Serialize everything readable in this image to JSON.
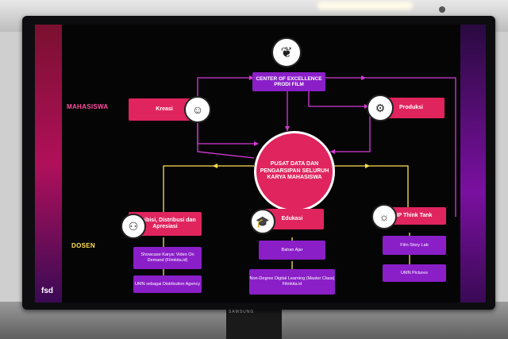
{
  "diagram": {
    "top": {
      "title": "CENTER OF EXCELLENCE PRODI FILM",
      "icon": "laurel-wreath-icon"
    },
    "center": {
      "label": "PUSAT DATA DAN PENGARSIPAN SELURUH KARYA MAHASISWA"
    },
    "side_labels": {
      "mahasiswa": "MAHASISWA",
      "dosen": "DOSEN"
    },
    "nodes": {
      "kreasi": {
        "label": "Kreasi",
        "icon": "head-lightbulb-icon"
      },
      "produksi": {
        "label": "Produksi",
        "icon": "film-reel-icon"
      },
      "exhibisi": {
        "label": "Exhibisi, Distribusi dan Apresiasi",
        "icon": "network-icon"
      },
      "edukasi": {
        "label": "Edukasi",
        "icon": "graduation-cap-icon"
      },
      "ip_think_tank": {
        "label": "IP Think Tank",
        "icon": "lightbulb-icon"
      }
    },
    "sub_items": {
      "exhibisi": [
        "Showcase Karya: Video On Demand (Filmkita.id)",
        "UMN sebagai Distribution Agency"
      ],
      "edukasi": [
        "Bahan Ajar",
        "Non-Degree Digital Learning (Master Class) Filmkita.id"
      ],
      "ip_think_tank": [
        "Film Story Lab",
        "UMN Pictures"
      ]
    },
    "logo": "fsd"
  },
  "monitor": {
    "brand": "SAMSUNG"
  },
  "colors": {
    "pink": "#e0245e",
    "purple": "#8a1fc8",
    "yellow": "#ffe14f",
    "magenta_line": "#d63ad6"
  }
}
